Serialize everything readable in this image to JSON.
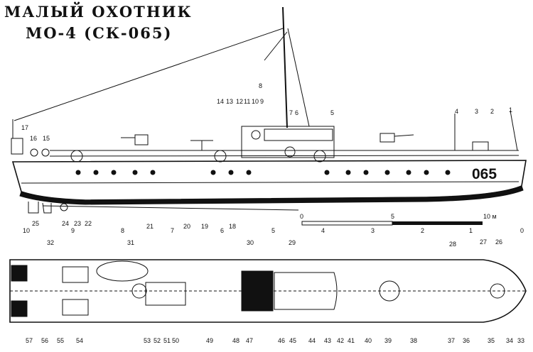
{
  "title_line1": "МАЛЫЙ ОХОТНИК",
  "title_line2": "МО-4 (СК-065)",
  "hull_number": "065",
  "scale": {
    "start": "0",
    "mid": "5",
    "end": "10 м"
  },
  "frame_marks": [
    "10",
    "9",
    "8",
    "7",
    "6",
    "5",
    "4",
    "3",
    "2",
    "1",
    "0"
  ],
  "side_labels": [
    {
      "n": "1"
    },
    {
      "n": "2"
    },
    {
      "n": "3"
    },
    {
      "n": "4"
    },
    {
      "n": "5"
    },
    {
      "n": "6"
    },
    {
      "n": "7"
    },
    {
      "n": "8"
    },
    {
      "n": "9"
    },
    {
      "n": "10"
    },
    {
      "n": "11"
    },
    {
      "n": "12"
    },
    {
      "n": "13"
    },
    {
      "n": "14"
    },
    {
      "n": "15"
    },
    {
      "n": "16"
    },
    {
      "n": "17"
    },
    {
      "n": "18"
    },
    {
      "n": "19"
    },
    {
      "n": "20"
    },
    {
      "n": "21"
    },
    {
      "n": "22"
    },
    {
      "n": "23"
    },
    {
      "n": "24"
    },
    {
      "n": "25"
    }
  ],
  "plan_labels": [
    {
      "n": "26"
    },
    {
      "n": "27"
    },
    {
      "n": "28"
    },
    {
      "n": "29"
    },
    {
      "n": "30"
    },
    {
      "n": "31"
    },
    {
      "n": "32"
    },
    {
      "n": "33"
    },
    {
      "n": "34"
    },
    {
      "n": "35"
    },
    {
      "n": "36"
    },
    {
      "n": "37"
    },
    {
      "n": "38"
    },
    {
      "n": "39"
    },
    {
      "n": "40"
    },
    {
      "n": "41"
    },
    {
      "n": "42"
    },
    {
      "n": "43"
    },
    {
      "n": "44"
    },
    {
      "n": "45"
    },
    {
      "n": "46"
    },
    {
      "n": "47"
    },
    {
      "n": "48"
    },
    {
      "n": "49"
    },
    {
      "n": "50"
    },
    {
      "n": "51"
    },
    {
      "n": "52"
    },
    {
      "n": "53"
    },
    {
      "n": "54"
    },
    {
      "n": "55"
    },
    {
      "n": "56"
    },
    {
      "n": "57"
    }
  ]
}
